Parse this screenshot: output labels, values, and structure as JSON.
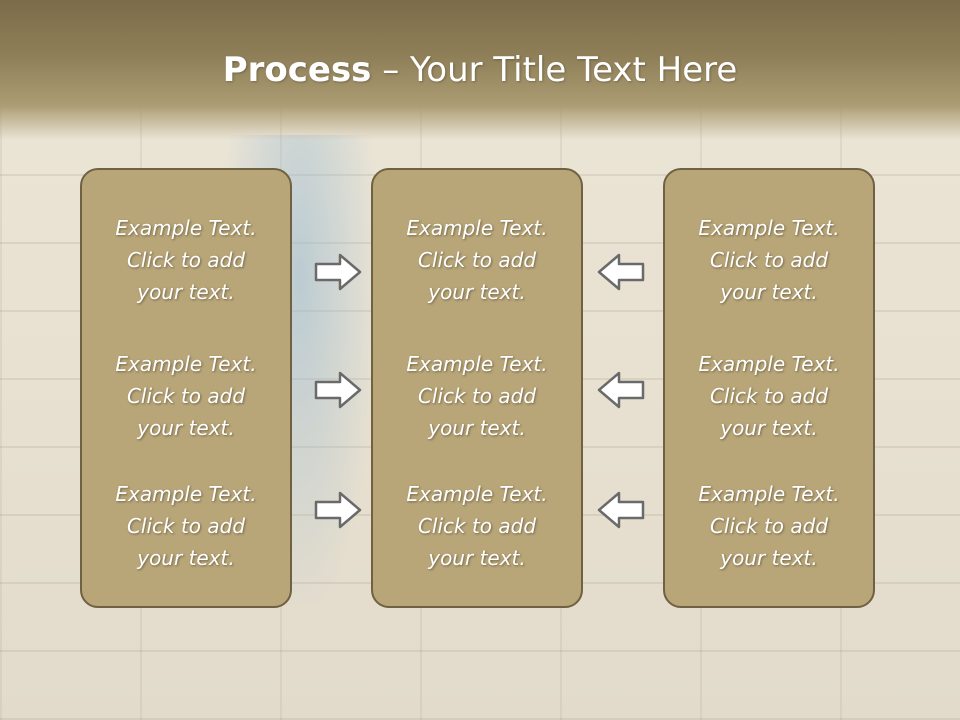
{
  "slide": {
    "title_bold": "Process",
    "title_rest": " – Your Title Text Here"
  },
  "panels": [
    {
      "items": [
        {
          "lines": [
            "Example Text.",
            "Click  to add",
            "your text."
          ]
        },
        {
          "lines": [
            "Example Text.",
            "Click  to add",
            "your text."
          ]
        },
        {
          "lines": [
            "Example Text.",
            "Click  to add",
            "your text."
          ]
        }
      ]
    },
    {
      "items": [
        {
          "lines": [
            "Example Text.",
            "Click  to add",
            "your text."
          ]
        },
        {
          "lines": [
            "Example Text.",
            "Click  to add",
            "your text."
          ]
        },
        {
          "lines": [
            "Example Text.",
            "Click  to add",
            "your text."
          ]
        }
      ]
    },
    {
      "items": [
        {
          "lines": [
            "Example Text.",
            "Click  to add",
            "your text."
          ]
        },
        {
          "lines": [
            "Example Text.",
            "Click  to add",
            "your text."
          ]
        },
        {
          "lines": [
            "Example Text.",
            "Click  to add",
            "your text."
          ]
        }
      ]
    }
  ],
  "arrows": {
    "left_group": "right-arrow-icon",
    "right_group": "left-arrow-icon"
  },
  "colors": {
    "header": "#8f7f58",
    "panel_fill": "#b8a679",
    "panel_border": "#6f6142",
    "text": "#ffffff"
  }
}
